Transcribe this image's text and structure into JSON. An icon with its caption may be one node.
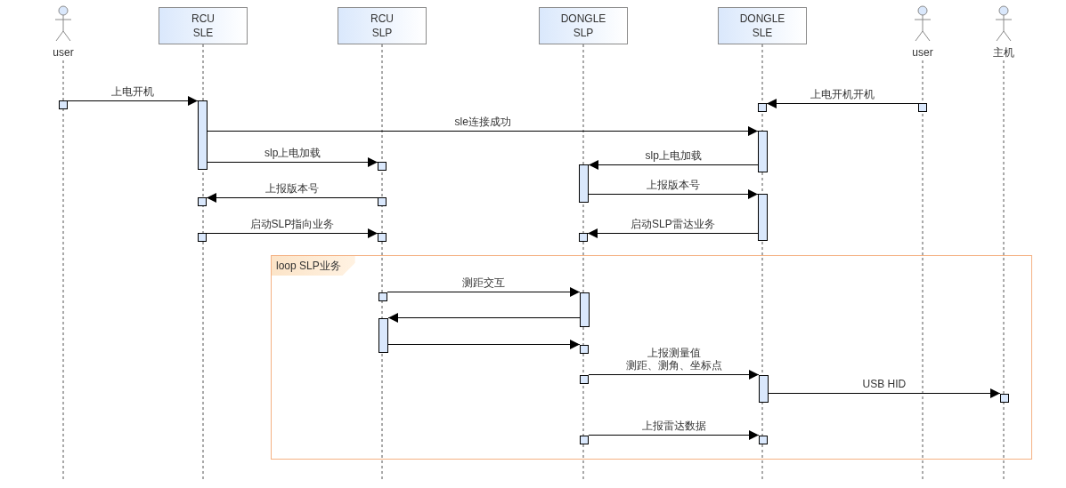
{
  "diagram": {
    "nodes": [
      {
        "text": [
          "user"
        ]
      },
      {
        "text": [
          "RCU SLE"
        ]
      },
      {
        "text": [
          "RCU SLP"
        ]
      },
      {
        "text": [
          "DONGLE SLP"
        ]
      },
      {
        "text": [
          "DONGLE SLE"
        ]
      },
      {
        "text": [
          "user"
        ]
      },
      {
        "text": [
          "主机"
        ]
      },
      {
        "text": [],
        "shape": "box"
      },
      {
        "text": [],
        "shape": "bar"
      },
      {
        "text": [],
        "shape": "box"
      },
      {
        "text": [],
        "shape": "box"
      },
      {
        "text": [],
        "shape": "bar"
      },
      {
        "text": [],
        "shape": "box"
      },
      {
        "text": [],
        "shape": "bar"
      },
      {
        "text": [],
        "shape": "bar"
      },
      {
        "text": [],
        "shape": "box"
      },
      {
        "text": [],
        "shape": "box"
      },
      {
        "text": [],
        "shape": "box"
      },
      {
        "text": [],
        "shape": "box"
      },
      {
        "text": [],
        "shape": "box"
      },
      {
        "text": [
          "loop SLP业务"
        ]
      },
      {
        "text": [],
        "shape": "box",
        "in": 20
      },
      {
        "text": [],
        "shape": "bar",
        "in": 20
      },
      {
        "text": [],
        "shape": "bar",
        "in": 20
      },
      {
        "text": [],
        "shape": "box",
        "in": 20
      },
      {
        "text": [],
        "shape": "box",
        "in": 20
      },
      {
        "text": [],
        "shape": "bar",
        "in": 20
      },
      {
        "text": [],
        "shape": "box",
        "in": 20
      },
      {
        "text": [],
        "shape": "box",
        "in": 20
      },
      {
        "text": [],
        "shape": "box",
        "in": 20
      }
    ],
    "edges": [
      {
        "from": 7,
        "to": 8,
        "arrow": "to",
        "label": "上电开机"
      },
      {
        "from": 10,
        "to": 9,
        "arrow": "to",
        "label": "上电开机开机"
      },
      {
        "from": 8,
        "to": 11,
        "arrow": "to",
        "label": "sle连接成功"
      },
      {
        "from": 8,
        "to": 12,
        "arrow": "to",
        "label": "slp上电加载"
      },
      {
        "from": 11,
        "to": 13,
        "arrow": "to",
        "label": "slp上电加载"
      },
      {
        "from": 13,
        "to": 14,
        "arrow": "to",
        "label": "上报版本号"
      },
      {
        "from": 16,
        "to": 15,
        "arrow": "to",
        "label": "上报版本号"
      },
      {
        "from": 17,
        "to": 18,
        "arrow": "to",
        "label": "启动SLP指向业务"
      },
      {
        "from": 14,
        "to": 19,
        "arrow": "to",
        "label": "启动SLP雷达业务"
      },
      {
        "from": 21,
        "to": 22,
        "arrow": "to",
        "label": "测距交互"
      },
      {
        "from": 22,
        "to": 23,
        "arrow": "to"
      },
      {
        "from": 23,
        "to": 24,
        "arrow": "to"
      },
      {
        "from": 25,
        "to": 26,
        "arrow": "to",
        "label": "上报测量值测距、测角、坐标点"
      },
      {
        "from": 26,
        "to": 27,
        "arrow": "to",
        "label": "USB HID"
      },
      {
        "from": 28,
        "to": 29,
        "arrow": "to",
        "label": "上报雷达数据"
      }
    ]
  }
}
